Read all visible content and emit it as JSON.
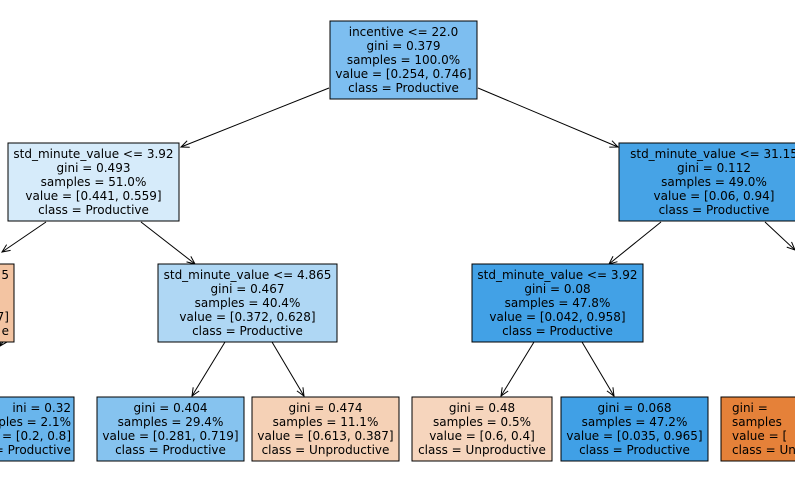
{
  "tree": {
    "nodes": [
      {
        "id": "root",
        "lines": [
          "incentive <= 22.0",
          "gini = 0.379",
          "samples = 100.0%",
          "value = [0.254, 0.746]",
          "class = Productive"
        ],
        "color": "#7dbef0"
      },
      {
        "id": "l",
        "lines": [
          "std_minute_value <= 3.92",
          "gini = 0.493",
          "samples = 51.0%",
          "value = [0.441, 0.559]",
          "class = Productive"
        ],
        "color": "#d6ebfa"
      },
      {
        "id": "r",
        "lines": [
          "std_minute_value <= 31.15",
          "gini = 0.112",
          "samples = 49.0%",
          "value = [0.06, 0.94]",
          "class = Productive"
        ],
        "color": "#46a3e6"
      },
      {
        "id": "ll",
        "lines": [
          "5",
          "",
          "",
          "7]",
          "e"
        ],
        "color": "#f3c4a2"
      },
      {
        "id": "lr",
        "lines": [
          "std_minute_value <= 4.865",
          "gini = 0.467",
          "samples = 40.4%",
          "value = [0.372, 0.628]",
          "class = Productive"
        ],
        "color": "#afd7f4"
      },
      {
        "id": "rl",
        "lines": [
          "std_minute_value <= 3.92",
          "gini = 0.08",
          "samples = 47.8%",
          "value = [0.042, 0.958]",
          "class = Productive"
        ],
        "color": "#42a1e6"
      },
      {
        "id": "lll",
        "lines": [
          "ini = 0.32",
          "ples = 2.1%",
          "= [0.2, 0.8]",
          "= Productive"
        ],
        "color": "#69b5ec"
      },
      {
        "id": "lrl",
        "lines": [
          "gini = 0.404",
          "samples = 29.4%",
          "value = [0.281, 0.719]",
          "class = Productive"
        ],
        "color": "#86c3ef"
      },
      {
        "id": "lrr",
        "lines": [
          "gini = 0.474",
          "samples = 11.1%",
          "value = [0.613, 0.387]",
          "class = Unproductive"
        ],
        "color": "#f5d1b6"
      },
      {
        "id": "rll",
        "lines": [
          "gini = 0.48",
          "samples = 0.5%",
          "value = [0.6, 0.4]",
          "class = Unproductive"
        ],
        "color": "#f6d5bd"
      },
      {
        "id": "rlr",
        "lines": [
          "gini = 0.068",
          "samples = 47.2%",
          "value = [0.035, 0.965]",
          "class = Productive"
        ],
        "color": "#40a0e6"
      },
      {
        "id": "rrl",
        "lines": [
          "gini =",
          "samples",
          "value = [",
          "class = Unp"
        ],
        "color": "#e58139"
      }
    ]
  }
}
